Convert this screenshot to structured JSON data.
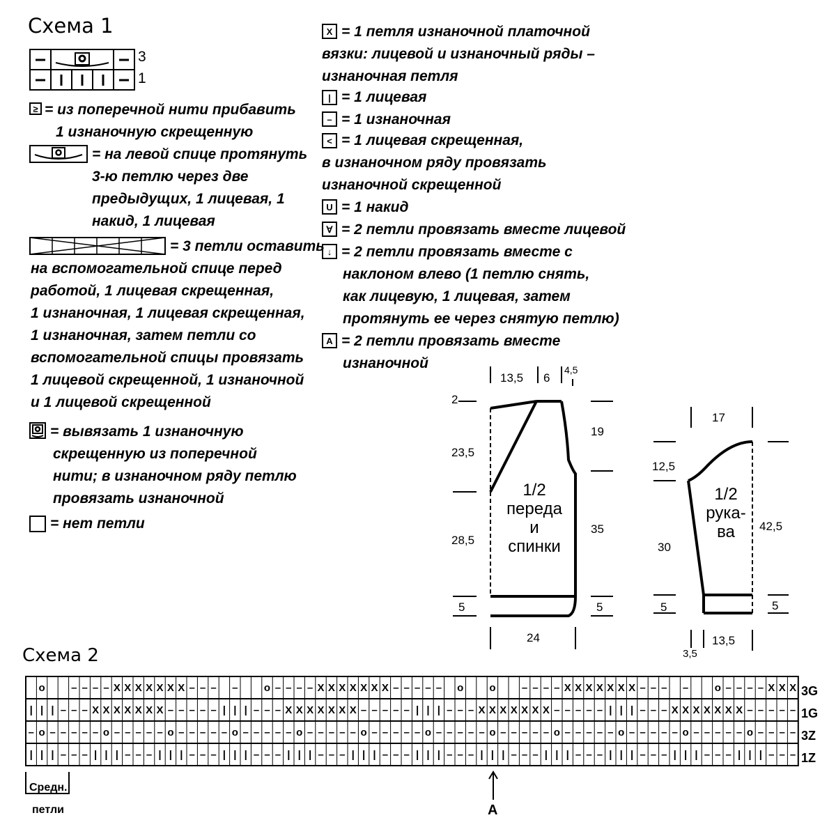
{
  "scheme1": {
    "title": "Схема 1",
    "row_numbers": [
      "3",
      "1"
    ]
  },
  "legend_left": [
    {
      "icon": "increase-purl-crossed-icon",
      "glyph": "≥",
      "lines": [
        "= из поперечной нити прибавить",
        "1 изнаночную скрещенную"
      ]
    },
    {
      "icon": "pull-loop-over-icon",
      "glyph": "o",
      "lines": [
        "= на левой спице протянуть",
        "3-ю петлю через две",
        "предыдущих, 1 лицевая, 1",
        "накид, 1 лицевая"
      ]
    },
    {
      "icon": "cable-cross-icon",
      "glyph": "",
      "lines": [
        "= 3 петли оставить",
        "на вспомогательной спице перед",
        "работой, 1 лицевая скрещенная,",
        "1 изнаночная, 1 лицевая скрещенная,",
        "1 изнаночная, затем петли со",
        "вспомогательной спицы провязать",
        "1 лицевой скрещенной, 1 изнаночной",
        "и 1 лицевой скрещенной"
      ]
    },
    {
      "icon": "purl-crossed-from-bar-icon",
      "glyph": "o",
      "lines": [
        "= вывязать 1 изнаночную",
        "скрещенную из поперечной",
        "нити; в изнаночном ряду петлю",
        "провязать изнаночной"
      ]
    },
    {
      "icon": "no-stitch-icon",
      "glyph": "",
      "lines": [
        "= нет петли"
      ]
    }
  ],
  "legend_right": [
    {
      "icon": "garter-purl-icon",
      "glyph": "X",
      "lines": [
        "= 1 петля изнаночной платочной",
        "вязки: лицевой и изнаночный ряды –",
        "изнаночная петля"
      ]
    },
    {
      "icon": "knit-icon",
      "glyph": "|",
      "lines": [
        "= 1 лицевая"
      ]
    },
    {
      "icon": "purl-icon",
      "glyph": "–",
      "lines": [
        "= 1 изнаночная"
      ]
    },
    {
      "icon": "knit-crossed-icon",
      "glyph": "<",
      "lines": [
        "= 1 лицевая скрещенная,",
        "в изнаночном ряду провязать",
        "изнаночной скрещенной"
      ]
    },
    {
      "icon": "yarn-over-icon",
      "glyph": "U",
      "lines": [
        "= 1 накид"
      ]
    },
    {
      "icon": "k2tog-icon",
      "glyph": "∀",
      "lines": [
        "= 2 петли провязать вместе лицевой"
      ]
    },
    {
      "icon": "ssk-icon",
      "glyph": "↓",
      "lines": [
        "= 2 петли провязать вместе с",
        "наклоном влево (1 петлю снять,",
        "как лицевую, 1 лицевая, затем",
        "протянуть ее через снятую петлю)"
      ]
    },
    {
      "icon": "p2tog-icon",
      "glyph": "A",
      "lines": [
        "= 2 петли провязать вместе",
        "изнаночной"
      ]
    }
  ],
  "body_pattern": {
    "label": "1/2\nпереда\nи\nспинки",
    "dims": {
      "top_a": "13,5",
      "top_b": "6",
      "top_c": "4,5",
      "left_shoulder": "2",
      "left_armhole": "23,5",
      "left_body": "28,5",
      "left_rib": "5",
      "right_armhole": "19",
      "right_body": "35",
      "right_rib": "5",
      "bottom": "24"
    }
  },
  "sleeve_pattern": {
    "label": "1/2\nрука-\nва",
    "dims": {
      "top": "17",
      "left_cap": "12,5",
      "left_body": "30",
      "left_rib": "5",
      "right_total": "42,5",
      "right_rib": "5",
      "bottom_a": "3,5",
      "bottom_b": "13,5"
    }
  },
  "scheme2": {
    "title": "Схема 2",
    "row_labels": [
      "3G",
      "1G",
      "3Z",
      "1Z"
    ],
    "middle_label": [
      "Средн.",
      "петли"
    ],
    "arrow_label": "A"
  }
}
